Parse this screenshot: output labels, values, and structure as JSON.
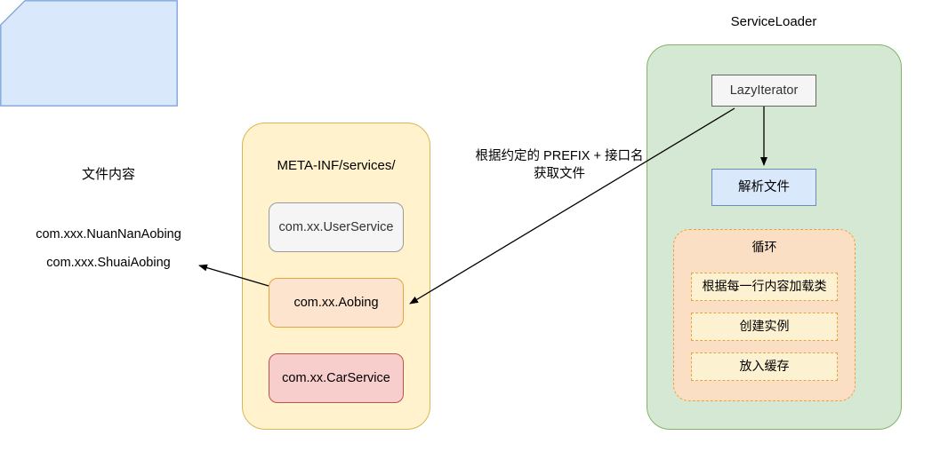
{
  "diagram": {
    "title_not_shown": null,
    "file_content": {
      "title": "文件内容",
      "lines": [
        "com.xxx.NuanNanAobing",
        "com.xxx.ShuaiAobing"
      ],
      "fill": "#dae8fc",
      "stroke": "#7ea6d9"
    },
    "meta_inf": {
      "title": "META-INF/services/",
      "fill": "#fff2cc",
      "stroke": "#d6b656",
      "services": [
        {
          "label": "com.xx.UserService",
          "fill": "#f5f5f5",
          "stroke": "#9a9a9a"
        },
        {
          "label": "com.xx.Aobing",
          "fill": "#fde4ce",
          "stroke": "#e8a33d"
        },
        {
          "label": "com.xx.CarService",
          "fill": "#f8cecc",
          "stroke": "#b85450"
        }
      ]
    },
    "service_loader": {
      "title": "ServiceLoader",
      "fill": "#d5e8d4",
      "stroke": "#82b366",
      "lazy_iterator": {
        "label": "LazyIterator",
        "fill": "#f5f5f5",
        "stroke": "#666666"
      },
      "parse_file": {
        "label": "解析文件",
        "fill": "#dae8fc",
        "stroke": "#6c8ebf"
      },
      "loop": {
        "title": "循环",
        "fill": "#fbdfc4",
        "stroke": "#e8a33d",
        "steps": [
          "根据每一行内容加载类",
          "创建实例",
          "放入缓存"
        ]
      }
    },
    "edges": [
      {
        "name": "lazyiterator-to-aobing",
        "label_line_1": "根据约定的 PREFIX + 接口名",
        "label_line_2": "获取文件"
      },
      {
        "name": "aobing-to-file-content",
        "label_line_1": "",
        "label_line_2": ""
      },
      {
        "name": "lazyiterator-to-parse-file",
        "label_line_1": "",
        "label_line_2": ""
      }
    ]
  }
}
